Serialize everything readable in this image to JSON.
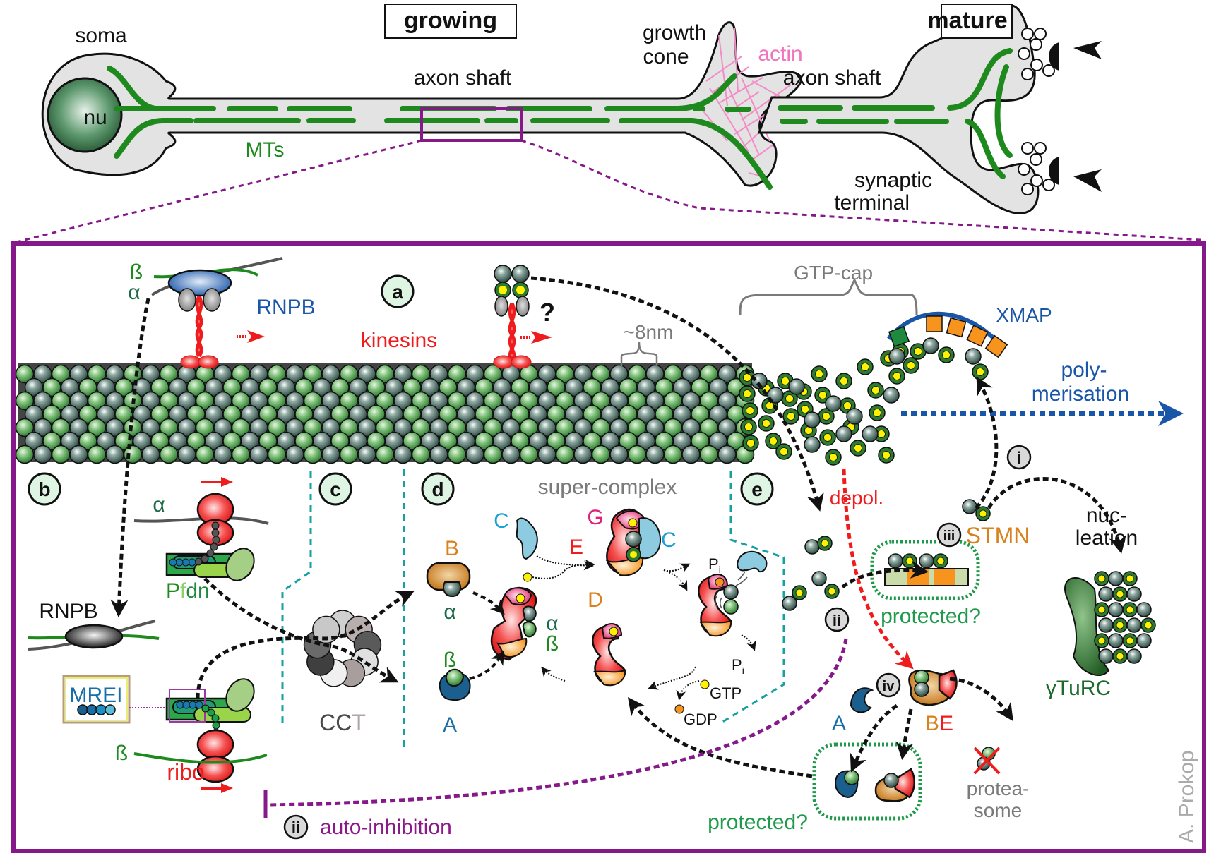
{
  "colors": {
    "panel_border": "#85198a",
    "microtubule_green": "#1e8a1e",
    "actin_pink": "#f48cc8",
    "kinesin_red": "#ee1c1c",
    "xmap_blue": "#1a56a8",
    "stmn_orange": "#f7941d",
    "divider_teal": "#17a0a0",
    "protected_green": "#1e9a4a",
    "label_bg": "#dff5e4"
  },
  "top": {
    "growing_title": "growing",
    "mature_title": "mature",
    "soma": "soma",
    "nucleus": "nu",
    "mts": "MTs",
    "axon_shaft_growing": "axon shaft",
    "growth_cone_line1": "growth",
    "growth_cone_line2": "cone",
    "actin": "actin",
    "axon_shaft_mature": "axon shaft",
    "synaptic_line1": "synaptic",
    "synaptic_line2": "terminal"
  },
  "panel_labels": {
    "a": "a",
    "b": "b",
    "c": "c",
    "d": "d",
    "e": "e"
  },
  "panel_a": {
    "beta": "ß",
    "alpha": "α",
    "rnpb": "RNPB",
    "kinesins": "kinesins",
    "question": "?",
    "eight_nm": "~8nm",
    "gtp_cap": "GTP-cap",
    "xmap": "XMAP",
    "poly_line1": "poly-",
    "poly_line2": "merisation"
  },
  "panel_b": {
    "alpha": "α",
    "pfdn_p": "P",
    "pfdn_f": "f",
    "pfdn_dn": "dn",
    "rnpb": "RNPB",
    "mrei": "MREI",
    "beta": "ß",
    "ribo": "ribo"
  },
  "panel_c": {
    "cct_c1": "C",
    "cct_c2": "C",
    "cct_t": "T"
  },
  "panel_d": {
    "super_complex": "super-complex",
    "b": "B",
    "alpha": "α",
    "beta": "ß",
    "a": "A",
    "c_free": "C",
    "g": "G",
    "e": "E",
    "c_bound": "C",
    "d": "D",
    "complex_alpha": "α",
    "complex_beta": "ß",
    "pi_1": "P",
    "pi_1_sub": "i",
    "pi_2": "P",
    "pi_2_sub": "i",
    "gtp": "GTP",
    "gdp": "GDP"
  },
  "panel_e": {
    "depol": "depol.",
    "i": "i",
    "ii": "ii",
    "iii": "iii",
    "iv": "iv",
    "stmn": "STMN",
    "protected_top": "protected?",
    "nucleation_line1": "nuc-",
    "nucleation_line2": "leation",
    "gturc": "γTuRC",
    "a": "A",
    "be_b": "B",
    "be_e": "E",
    "protected_bottom": "protected?",
    "proteasome_line1": "protea-",
    "proteasome_line2": "some",
    "auto_inhibition": "auto-inhibition",
    "ii_bottom": "ii"
  },
  "credit": "A. Prokop"
}
